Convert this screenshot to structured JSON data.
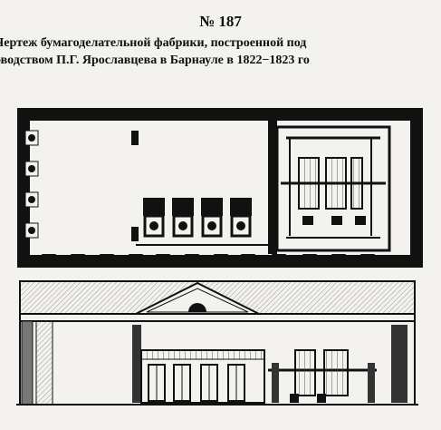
{
  "page_number": "№ 187",
  "caption": {
    "line1": "Чертеж бумагоделательной фабрики, построенной под",
    "line2": "оводством П.Г. Ярославцева в Барнауле в 1822−1823 го"
  },
  "colors": {
    "paper": "#f4f2ee",
    "ink": "#111111",
    "hatch": "#9a9a9a"
  }
}
